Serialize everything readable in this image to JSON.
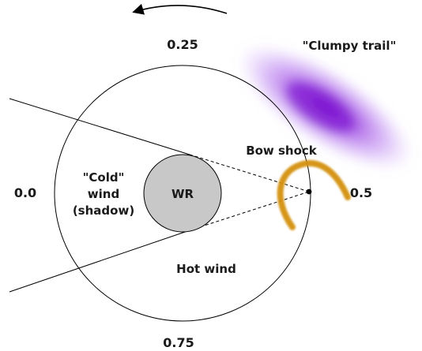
{
  "labels": {
    "phase_top": "0.25",
    "phase_left": "0.0",
    "phase_right": "0.5",
    "phase_bottom": "0.75",
    "star": "WR",
    "cold_wind_line1": "\"Cold\"",
    "cold_wind_line2": "wind",
    "cold_wind_line3": "(shadow)",
    "hot_wind": "Hot wind",
    "bow_shock": "Bow shock",
    "clumpy_trail": "\"Clumpy trail\""
  },
  "colors": {
    "orbit_stroke": "#000000",
    "star_fill": "#c8c8c8",
    "bow_shock": "#d4900a",
    "trail_core": "#8a1fd6",
    "text": "#1a1a1a"
  }
}
